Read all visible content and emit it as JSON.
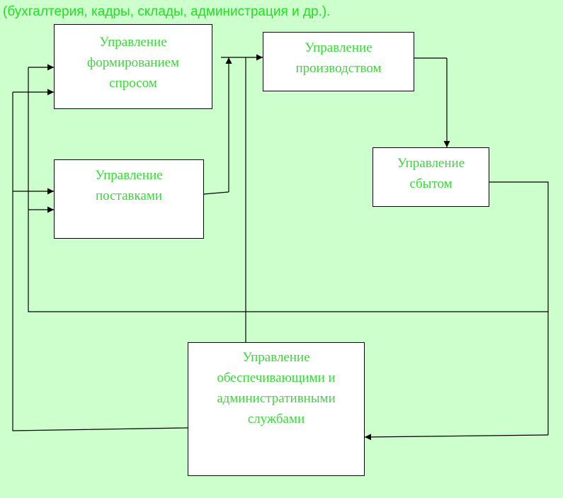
{
  "header": {
    "text": "(бухгалтерия, кадры, склады, администрация и др.)."
  },
  "boxes": {
    "demand": [
      "Управление",
      "формированием",
      "спросом"
    ],
    "production": [
      "Управление",
      "производством"
    ],
    "supply": [
      "Управление",
      "поставками"
    ],
    "sales": [
      "Управление",
      "сбытом"
    ],
    "admin": [
      "Управление",
      "обеспечивающими и",
      "административными",
      "службами"
    ]
  },
  "colors": {
    "background": "#ccffcc",
    "label_text": "#33dd33",
    "header_text": "#22e022",
    "box_fill": "#ffffff",
    "lines": "#000000"
  }
}
